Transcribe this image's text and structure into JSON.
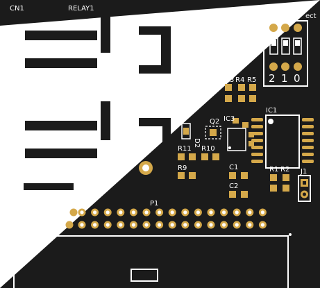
{
  "labels": {
    "cn1": "CN1",
    "relay1": "RELAY1",
    "select": "ect",
    "jumper_digits": [
      "2",
      "1",
      "0"
    ],
    "r3": "R3",
    "r4": "R4",
    "r5": "R5",
    "d2": "D2",
    "q2": "Q2",
    "ic3": "IC3",
    "ic1": "IC1",
    "r11": "R11",
    "r10": "R10",
    "r9": "R9",
    "c1": "C1",
    "c2": "C2",
    "r1": "R1",
    "r2": "R2",
    "j1": "J1",
    "p1": "P1"
  },
  "colors": {
    "board": "#1b1b1b",
    "silkscreen": "#ffffff",
    "pad": "#d4a84a",
    "background": "#ffffff"
  }
}
